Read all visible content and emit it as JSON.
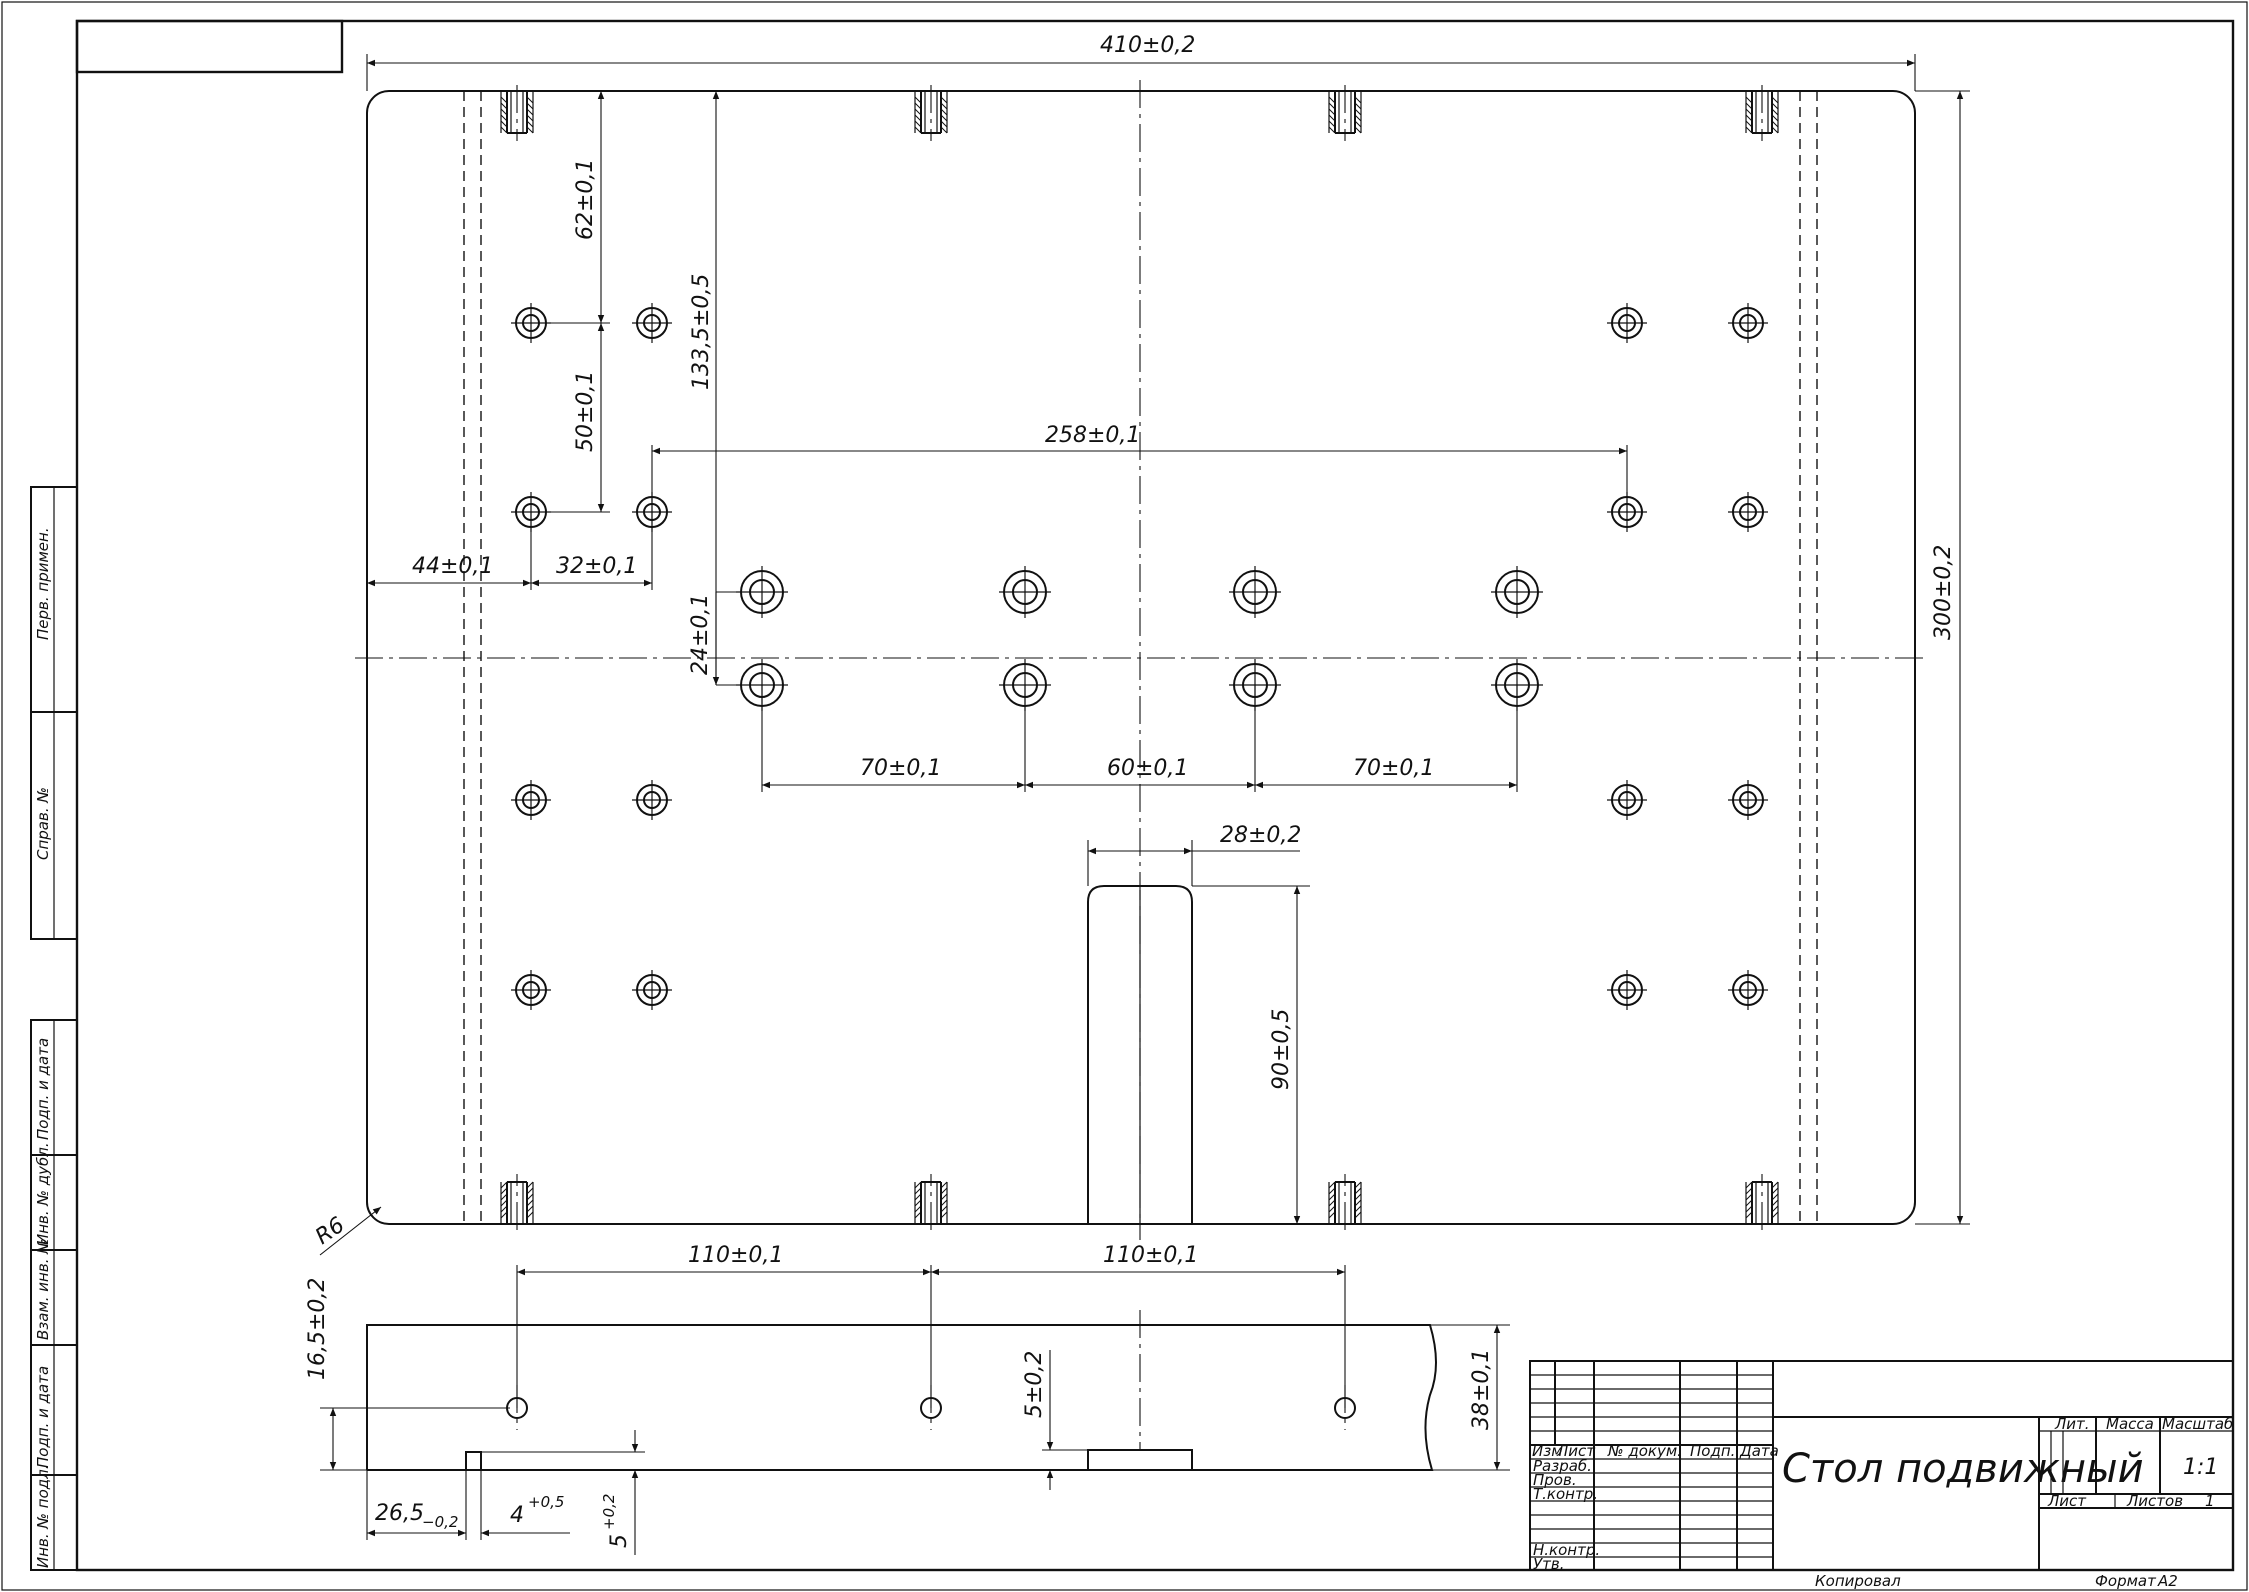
{
  "title_block": {
    "part_name": "Стол подвижный",
    "col_headers": [
      "Изм",
      "Лист",
      "№ докум.",
      "Подп.",
      "Дата"
    ],
    "row_labels": [
      "Разраб.",
      "Пров.",
      "Т.контр.",
      "Н.контр.",
      "Утв."
    ],
    "lit_label": "Лит.",
    "mass_label": "Масса",
    "scale_label": "Масштаб",
    "scale_value": "1:1",
    "sheet_label": "Лист",
    "sheets_label": "Листов",
    "sheets_value": "1",
    "copied_label": "Копировал",
    "format_label": "Формат",
    "format_value": "А2"
  },
  "side_stamps": {
    "perv_primen": "Перв. примен.",
    "sprav_no": "Справ. №",
    "podp_data_1": "Подп. и дата",
    "inv_dubl": "Инв. № дубл.",
    "vzam_inv": "Взам. инв. №",
    "podp_data_2": "Подп. и дата",
    "inv_podl": "Инв. № подл."
  },
  "dimensions": {
    "overall_width": "410±0,2",
    "overall_height": "300±0,2",
    "d62": "62±0,1",
    "d133": "133,5±0,5",
    "d50": "50±0,1",
    "d258": "258±0,1",
    "d44": "44±0,1",
    "d32": "32±0,1",
    "d24": "24±0,1",
    "d70a": "70±0,1",
    "d60": "60±0,1",
    "d70b": "70±0,1",
    "d28": "28±0,2",
    "d90": "90±0,5",
    "radius": "R6",
    "d110a": "110±0,1",
    "d110b": "110±0,1",
    "d16": "16,5±0,2",
    "d5a": "5±0,2",
    "d38": "38±0,1",
    "d26_main": "26,5",
    "d26_tol": "−0,2",
    "d4_main": "4",
    "d4_tol": "+0,5",
    "d5b_main": "5",
    "d5b_tol": "+0,2"
  }
}
